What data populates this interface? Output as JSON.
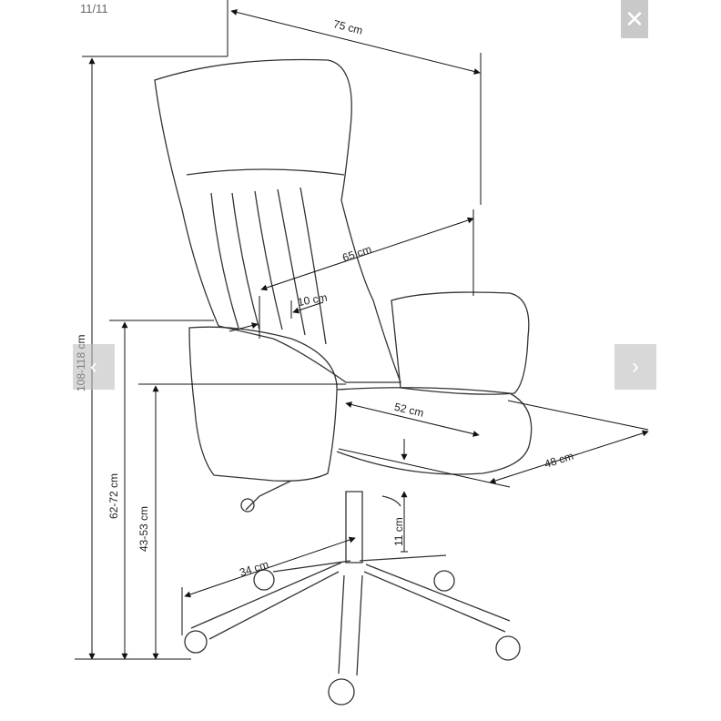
{
  "viewer": {
    "counter": "11/11",
    "close_icon": "close-icon",
    "prev_icon": "chevron-left-icon",
    "next_icon": "chevron-right-icon",
    "close_glyph": "✕",
    "prev_glyph": "‹",
    "next_glyph": "›"
  },
  "dimensions": {
    "total_width": "75 cm",
    "backrest_height": "65 cm",
    "armrest_height": "10 cm",
    "seat_width": "52 cm",
    "seat_depth": "48 cm",
    "total_height": "108-118 cm",
    "armrest_floor_height": "62-72 cm",
    "seat_floor_height": "43-53 cm",
    "gas_lift": "11 cm",
    "base_radius": "34 cm"
  }
}
